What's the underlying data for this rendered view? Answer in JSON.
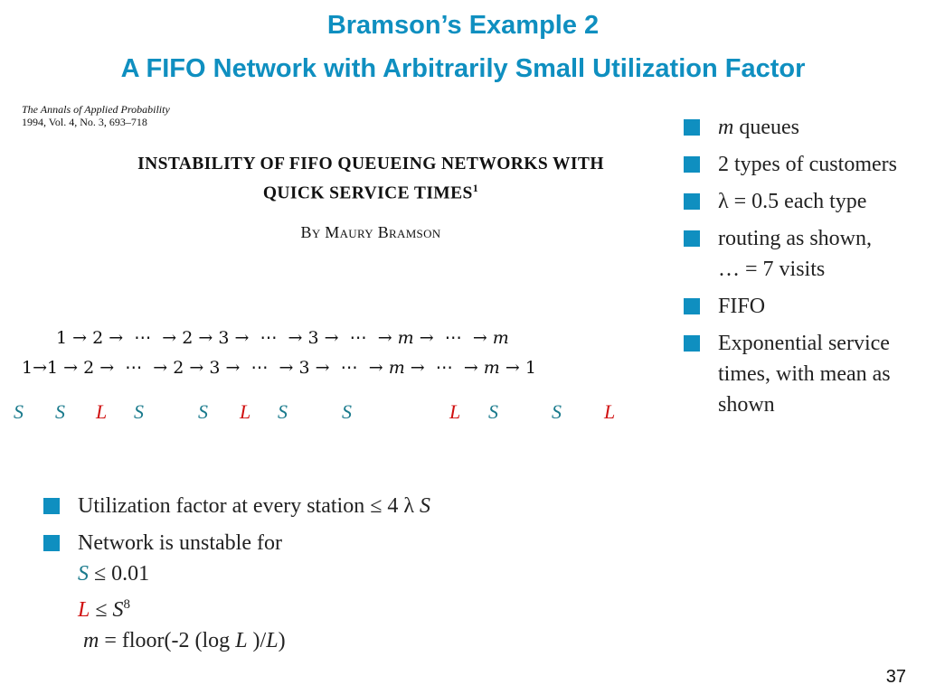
{
  "title": {
    "line1": "Bramson’s Example 2",
    "line2": "A FIFO Network with Arbitrarily Small Utilization Factor"
  },
  "paper": {
    "journal": "The Annals of Applied Probability",
    "volume": "1994, Vol. 4, No. 3, 693–718",
    "title_line1": "INSTABILITY OF FIFO QUEUEING NETWORKS WITH",
    "title_line2": "QUICK SERVICE TIMES",
    "title_footnote": "1",
    "author": "By Maury Bramson"
  },
  "routing": {
    "line1": "1 → 2 →  ⋯  → 2 → 3 →  ⋯  → 3 →  ⋯  → m →  ⋯  → m",
    "line2": "1→1 → 2 →  ⋯  → 2 → 3 →  ⋯  → 3 →  ⋯  → m →  ⋯  → m → 1"
  },
  "service_labels": [
    "S",
    "S",
    "L",
    "S",
    "S",
    "L",
    "S",
    "S",
    "L",
    "S",
    "S",
    "L"
  ],
  "colors": {
    "accent": "#0f8fc0",
    "short": "#1a7a8c",
    "long": "#d01010"
  },
  "right_bullets": {
    "b1_var": "m",
    "b1_text": " queues",
    "b2_text": "2 types of customers",
    "b3_text": "λ = 0.5 each type",
    "b4_line1": "routing as shown,",
    "b4_line2": "…  =  7 visits",
    "b5_text": "FIFO",
    "b6_text": "Exponential service times, with mean as shown"
  },
  "bottom_bullets": {
    "b1_text": "Utilization factor at every station ≤ 4 λ ",
    "b1_var": "S",
    "b2_line1": "Network is unstable for",
    "s_var": "S",
    "s_cond": " ≤ 0.01",
    "l_var": "L",
    "l_rel": " ≤ ",
    "l_rhs_var": "S",
    "l_exp": "8",
    "m_var": "m",
    "m_eq": " = floor(-2 (log ",
    "m_L1": "L",
    "m_mid": " )/",
    "m_L2": "L",
    "m_end": ")"
  },
  "page_number": "37"
}
